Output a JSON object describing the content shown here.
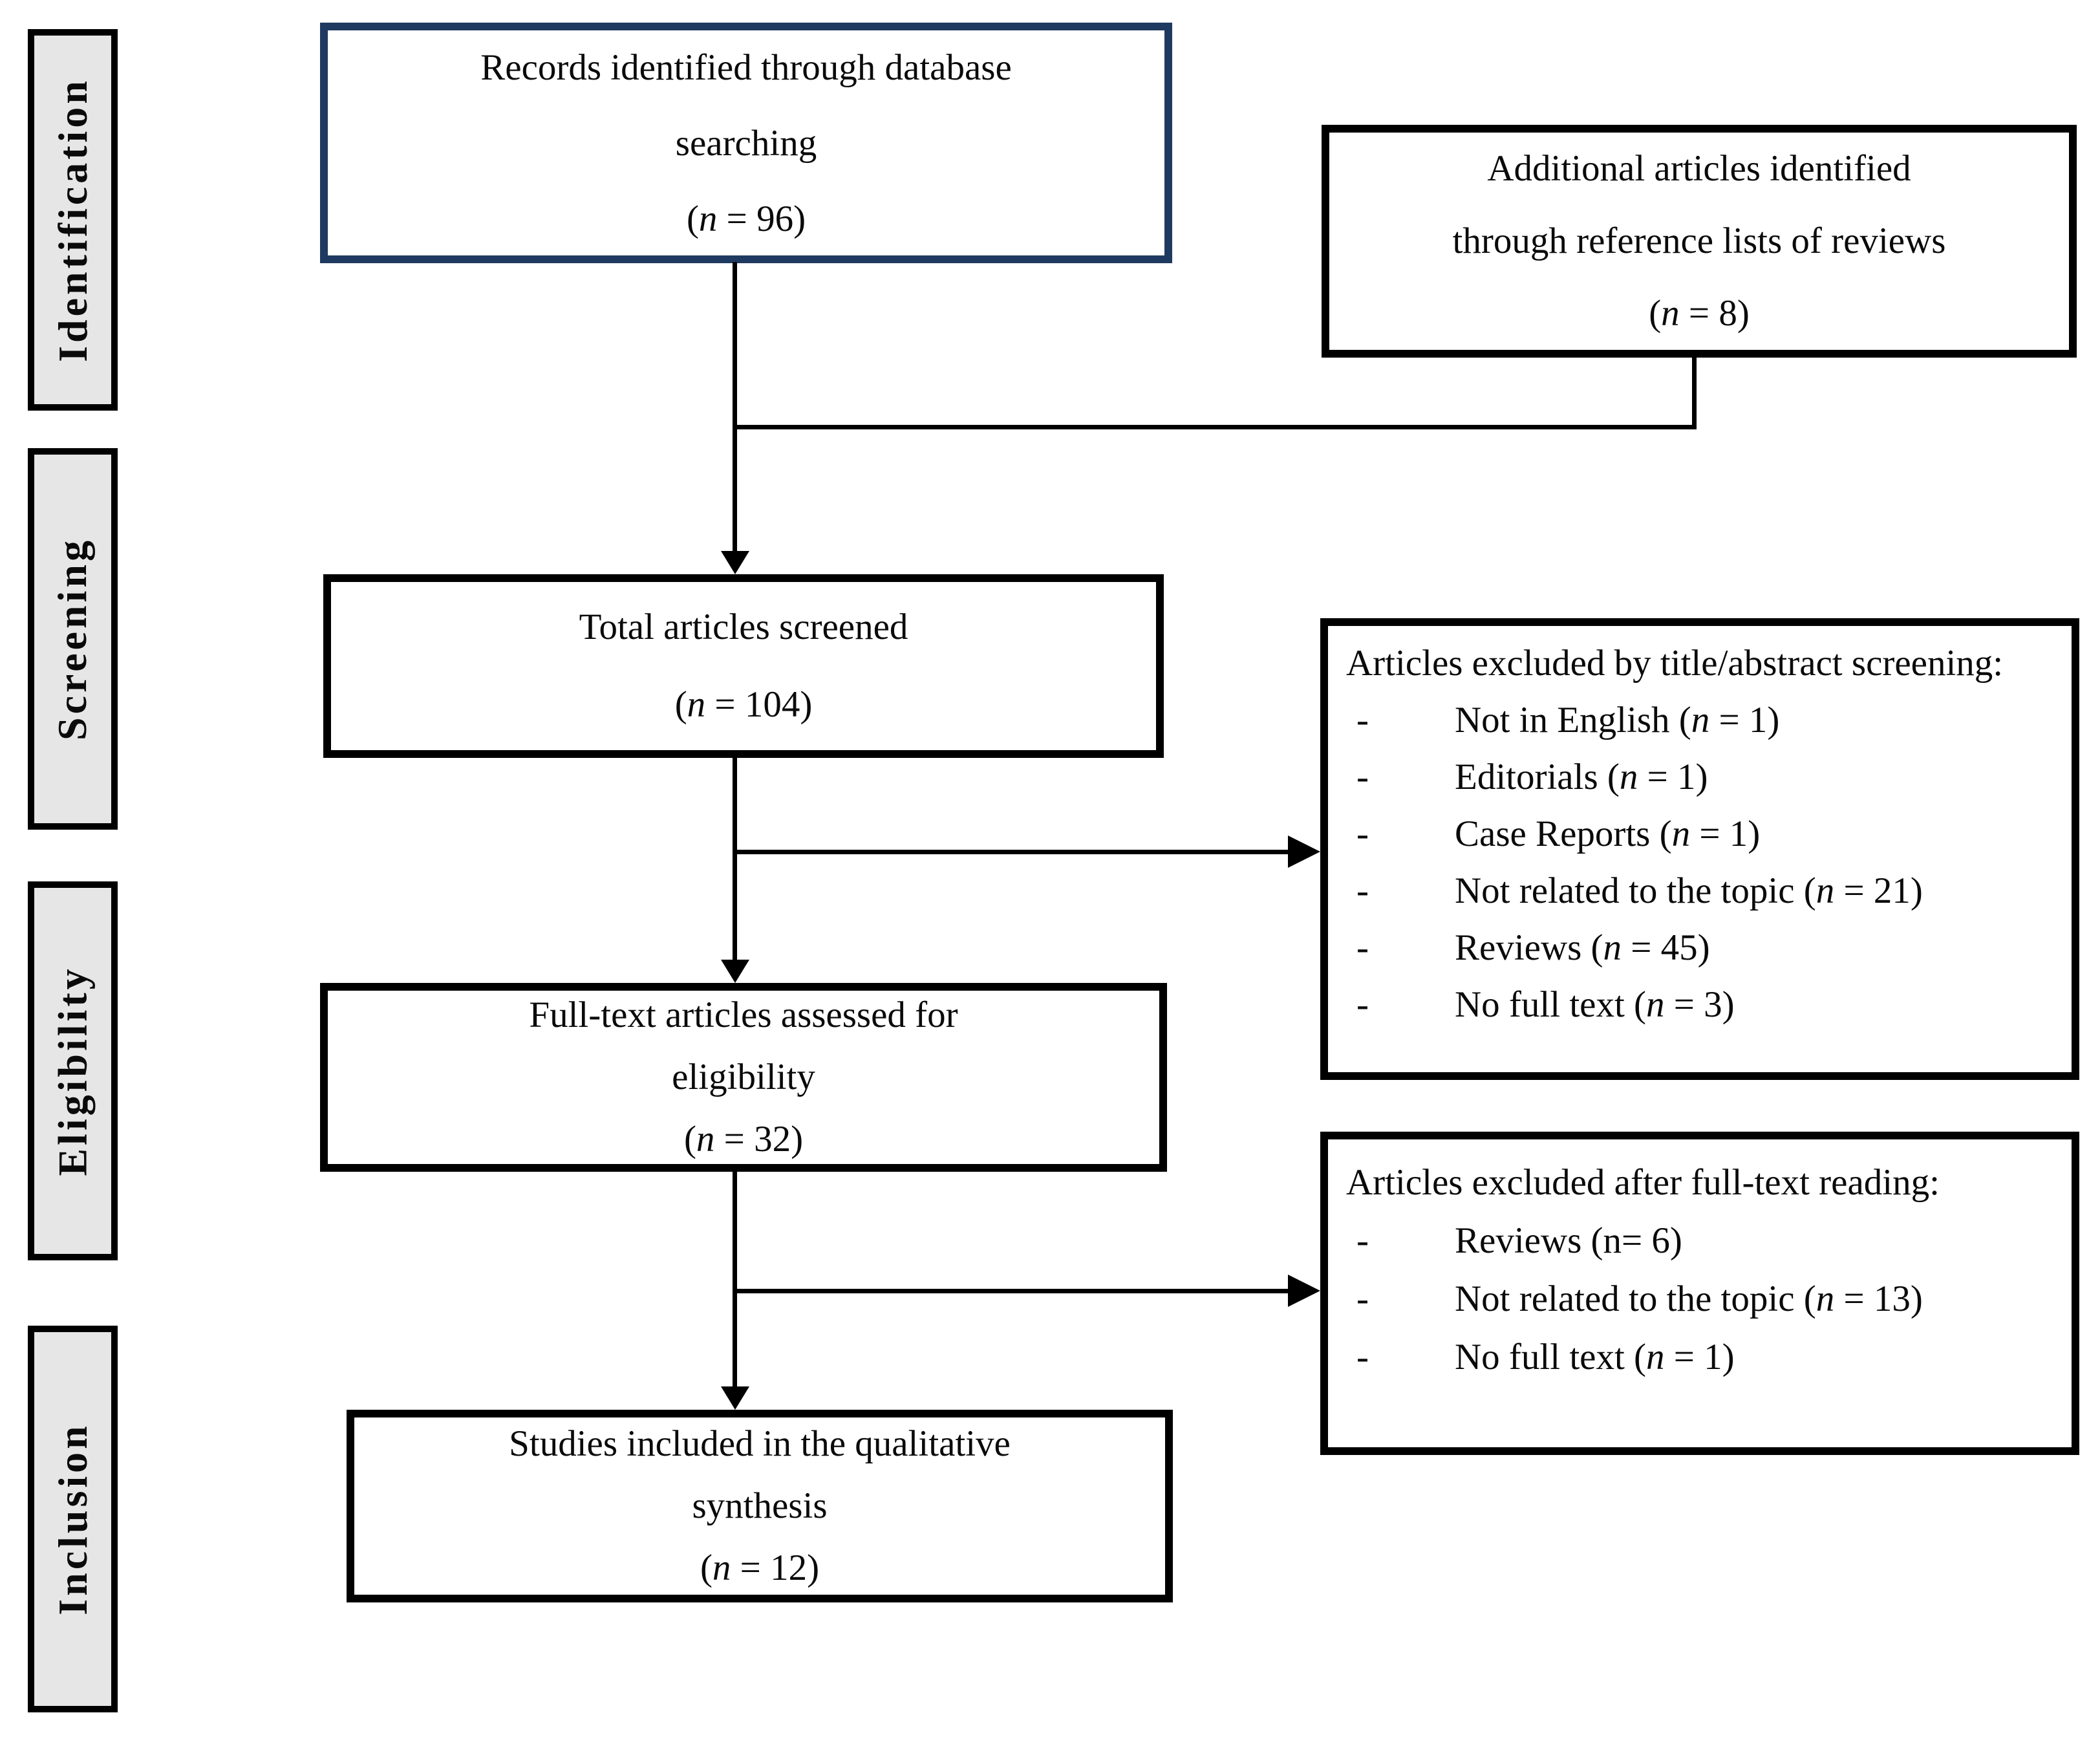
{
  "sidebar": {
    "labels": [
      "Identification",
      "Screening",
      "Eligibility",
      "Inclusion"
    ]
  },
  "flow": {
    "records": {
      "lines": [
        "Records identified through database",
        "searching"
      ],
      "paren": "(n = 96)"
    },
    "additional": {
      "lines": [
        "Additional articles identified",
        "through reference lists of reviews"
      ],
      "paren": "(n = 8)"
    },
    "screened": {
      "lines": [
        "Total articles screened"
      ],
      "paren": "(n = 104)"
    },
    "fulltext": {
      "lines": [
        "Full-text articles assessed for",
        "eligibility"
      ],
      "paren": "(n = 32)"
    },
    "included": {
      "lines": [
        "Studies included in the qualitative",
        "synthesis"
      ],
      "paren": "(n = 12)"
    }
  },
  "exclusions": {
    "bullet_glyph": "-",
    "title_abstract": {
      "heading": "Articles excluded by title/abstract screening:",
      "items": [
        {
          "label": "Not in English",
          "paren": "(n = 1)"
        },
        {
          "label": "Editorials",
          "paren": "(n = 1)"
        },
        {
          "label": "Case Reports",
          "paren": "(n = 1)"
        },
        {
          "label": "Not related to the topic",
          "paren": "(n = 21)"
        },
        {
          "label": "Reviews",
          "paren": "(n = 45)"
        },
        {
          "label": "No full text",
          "paren": "(n = 3)"
        }
      ]
    },
    "fulltext_reading": {
      "heading": "Articles excluded after full-text reading:",
      "items": [
        {
          "label": "Reviews",
          "paren": "(n= 6)",
          "italic_n": false
        },
        {
          "label": "Not related to the topic",
          "paren": "(n = 13)"
        },
        {
          "label": "No full text",
          "paren": "(n = 1)"
        }
      ]
    }
  },
  "colors": {
    "records_border": "#1f3a60",
    "box_border": "#000000",
    "stage_fill": "#e6e6e6",
    "line": "#000000"
  }
}
